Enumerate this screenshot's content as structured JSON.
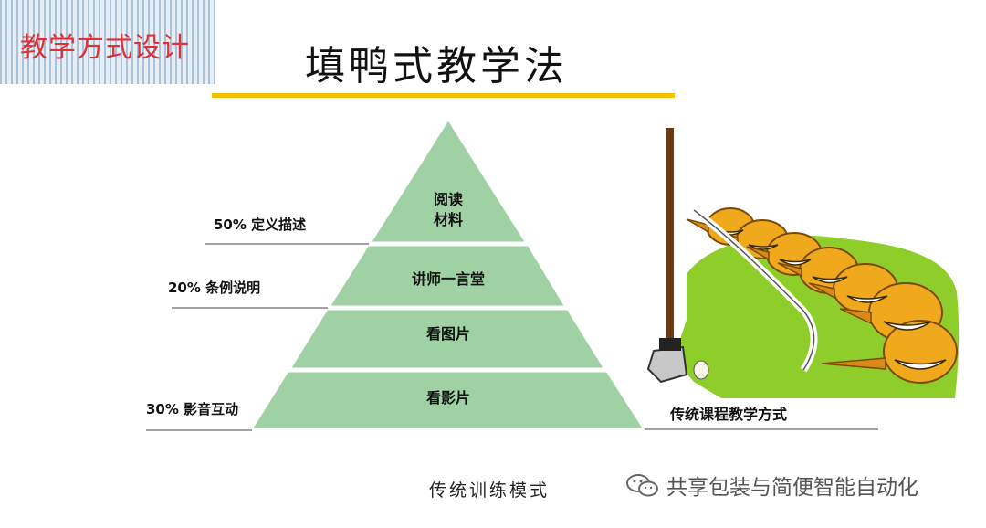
{
  "section_tag": "教学方式设计",
  "title": "填鸭式教学法",
  "pyramid": {
    "tiers": [
      {
        "label": "阅读\n材料"
      },
      {
        "label": "讲师一言堂"
      },
      {
        "label": "看图片"
      },
      {
        "label": "看影片"
      }
    ],
    "side_labels": [
      "50% 定义描述",
      "20% 条例说明",
      "30% 影音互动"
    ],
    "caption": "传统训练模式",
    "fill_color": "#9fd1a4",
    "stroke_color": "#ffffff"
  },
  "illustration": {
    "caption": "传统课程教学方式",
    "icon": "duck-feeding-cartoon"
  },
  "watermark": {
    "icon": "wechat-icon",
    "text": "共享包装与简便智能自动化"
  },
  "colors": {
    "tag_text": "#e0303a",
    "title_underline": "#f2c200",
    "duck_body": "#f0a81c",
    "grass": "#8fce2a"
  }
}
